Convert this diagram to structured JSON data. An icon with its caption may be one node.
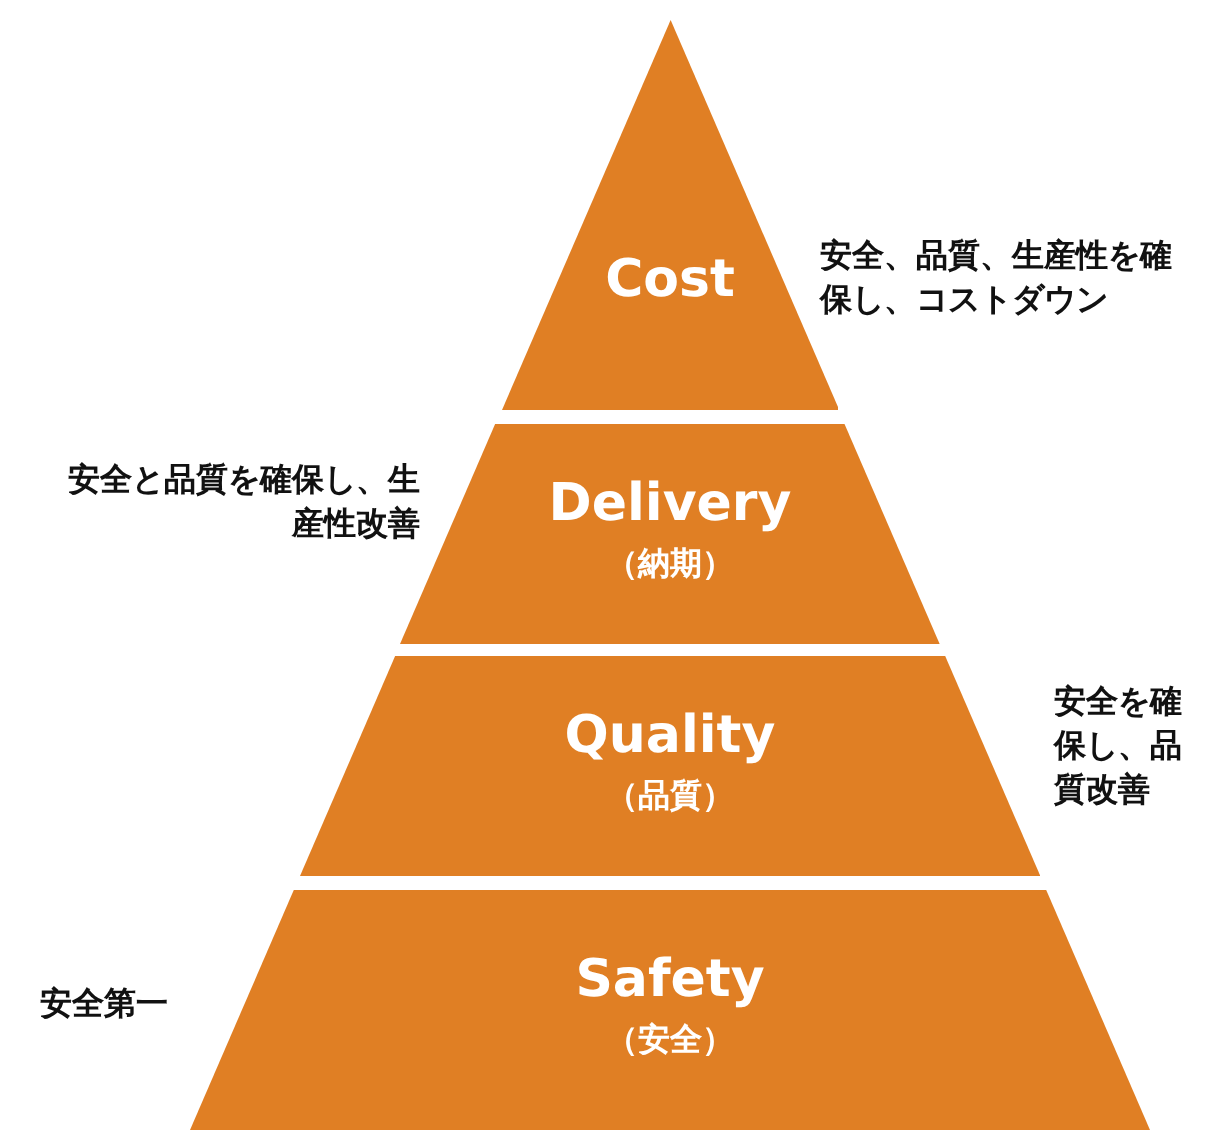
{
  "diagram": {
    "nodes": [
      {
        "text": [
          "Cost"
        ],
        "beside": [
          "安全、品質、生産性を確保し、コストダウン"
        ]
      },
      {
        "text": [
          "Delivery",
          "（納期）"
        ],
        "beside": [
          "安全と品質を確保し、生産性改善"
        ]
      },
      {
        "text": [
          "Quality",
          "（品質）"
        ],
        "beside": [
          "安全を確保し、品質改善"
        ]
      },
      {
        "text": [
          "Safety",
          "（安全）"
        ],
        "beside": [
          "安全第一"
        ]
      }
    ]
  }
}
